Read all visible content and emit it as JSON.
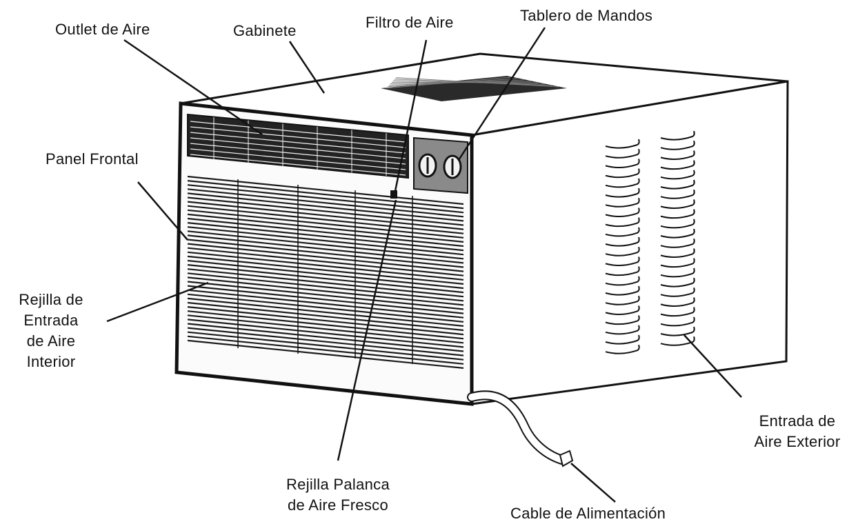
{
  "diagram": {
    "labels": {
      "outlet_de_aire": "Outlet de Aire",
      "gabinete": "Gabinete",
      "filtro_de_aire": "Filtro de Aire",
      "tablero_de_mandos": "Tablero de Mandos",
      "panel_frontal": "Panel Frontal",
      "rejilla_entrada": [
        "Rejilla de",
        "Entrada",
        "de Aire",
        "Interior"
      ],
      "entrada_aire_exterior": [
        "Entrada de",
        "Aire Exterior"
      ],
      "rejilla_palanca": [
        "Rejilla Palanca",
        "de Aire Fresco"
      ],
      "cable_alimentacion": "Cable de Alimentación"
    },
    "colors": {
      "ink": "#111111",
      "unit_face": "#fbfbfb",
      "grille": "#1a1a1a",
      "outlet_bg": "#232323",
      "control_panel": "#8a8a8a"
    }
  }
}
